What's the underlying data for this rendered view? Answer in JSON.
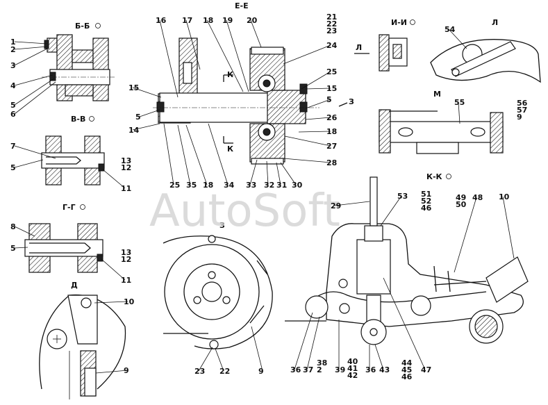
{
  "watermark": "AutoSoft",
  "section_titles": {
    "bb": "Б-Б",
    "vv": "В-В",
    "gg": "Г-Г",
    "d": "Д",
    "ee": "Е-Е",
    "z": "З",
    "ii": "И-И",
    "l": "Л",
    "m": "М",
    "kk": "К-К"
  },
  "view_arrows": {
    "l": "Л",
    "z": "З",
    "k_top": "К",
    "k_bottom": "К"
  },
  "callouts": {
    "bb": [
      {
        "t": "1"
      },
      {
        "t": "2"
      },
      {
        "t": "3"
      },
      {
        "t": "4"
      },
      {
        "t": "5"
      },
      {
        "t": "6"
      }
    ],
    "vv": [
      {
        "t": "7"
      },
      {
        "t": "5"
      },
      {
        "t": "13"
      },
      {
        "t": "12"
      },
      {
        "t": "11"
      }
    ],
    "gg": [
      {
        "t": "8"
      },
      {
        "t": "5"
      },
      {
        "t": "13"
      },
      {
        "t": "12"
      },
      {
        "t": "11"
      }
    ],
    "d": [
      {
        "t": "10"
      },
      {
        "t": "9"
      }
    ],
    "ee": [
      {
        "t": "16"
      },
      {
        "t": "17"
      },
      {
        "t": "18"
      },
      {
        "t": "19"
      },
      {
        "t": "20"
      },
      {
        "t": "21"
      },
      {
        "t": "22"
      },
      {
        "t": "23"
      },
      {
        "t": "24"
      },
      {
        "t": "25"
      },
      {
        "t": "15"
      },
      {
        "t": "15"
      },
      {
        "t": "5"
      },
      {
        "t": "5"
      },
      {
        "t": "14"
      },
      {
        "t": "26"
      },
      {
        "t": "18"
      },
      {
        "t": "27"
      },
      {
        "t": "28"
      },
      {
        "t": "25"
      },
      {
        "t": "35"
      },
      {
        "t": "18"
      },
      {
        "t": "34"
      },
      {
        "t": "33"
      },
      {
        "t": "32"
      },
      {
        "t": "31"
      },
      {
        "t": "30"
      }
    ],
    "ii": [],
    "l": [
      {
        "t": "54"
      }
    ],
    "m": [
      {
        "t": "55"
      },
      {
        "t": "56"
      },
      {
        "t": "57"
      },
      {
        "t": "9"
      }
    ],
    "z": [
      {
        "t": "23"
      },
      {
        "t": "22"
      },
      {
        "t": "9"
      }
    ],
    "kk": [
      {
        "t": "29"
      },
      {
        "t": "53"
      },
      {
        "t": "51"
      },
      {
        "t": "52"
      },
      {
        "t": "46"
      },
      {
        "t": "49"
      },
      {
        "t": "50"
      },
      {
        "t": "48"
      },
      {
        "t": "10"
      },
      {
        "t": "47"
      },
      {
        "t": "36"
      },
      {
        "t": "37"
      },
      {
        "t": "38"
      },
      {
        "t": "2"
      },
      {
        "t": "39"
      },
      {
        "t": "40"
      },
      {
        "t": "41"
      },
      {
        "t": "42"
      },
      {
        "t": "36"
      },
      {
        "t": "43"
      },
      {
        "t": "44"
      },
      {
        "t": "45"
      },
      {
        "t": "46"
      }
    ]
  }
}
